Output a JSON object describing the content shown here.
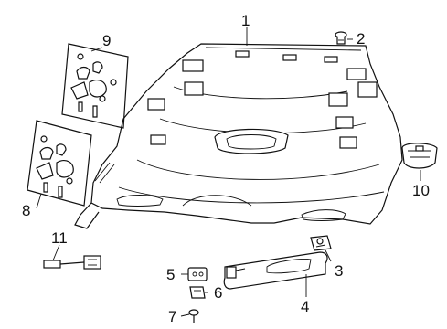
{
  "diagram": {
    "callouts": [
      {
        "number": "1",
        "part": "headliner"
      },
      {
        "number": "2",
        "part": "push-pin-retainer"
      },
      {
        "number": "3",
        "part": "visor-bracket"
      },
      {
        "number": "4",
        "part": "sun-visor"
      },
      {
        "number": "5",
        "part": "visor-clip"
      },
      {
        "number": "6",
        "part": "visor-clip-bracket"
      },
      {
        "number": "7",
        "part": "screw"
      },
      {
        "number": "8",
        "part": "hardware-kit-front"
      },
      {
        "number": "9",
        "part": "hardware-kit-rear"
      },
      {
        "number": "10",
        "part": "dome-lamp"
      },
      {
        "number": "11",
        "part": "wire-harness-connector"
      }
    ],
    "colors": {
      "line": "#111111",
      "background": "#ffffff"
    }
  }
}
